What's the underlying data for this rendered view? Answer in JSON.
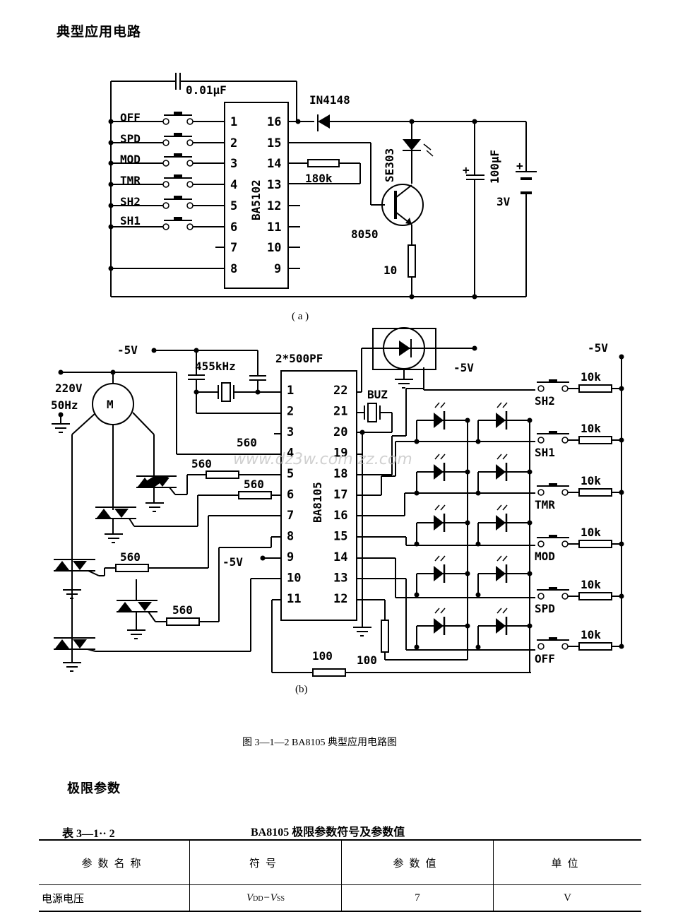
{
  "page": {
    "section_title": "典型应用电路",
    "figure_caption": "图 3—1—2   BA8105 典型应用电路图",
    "limits_title": "极限参数",
    "table_number": "表 3—1·· 2",
    "table_title": "BA8105 极限参数符号及参数值"
  },
  "circuit_a": {
    "label": "( a )",
    "chip_name": "BA5102",
    "left_pins": [
      "1",
      "2",
      "3",
      "4",
      "5",
      "6",
      "7",
      "8"
    ],
    "right_pins": [
      "16",
      "15",
      "14",
      "13",
      "12",
      "11",
      "10",
      "9"
    ],
    "switches": [
      "OFF",
      "SPD",
      "MOD",
      "TMR",
      "SH2",
      "SH1"
    ],
    "coupling_cap": "0.01μF",
    "diode": "IN4148",
    "resistor_feedback": "180k",
    "emitter_diode": "SE303",
    "transistor": "8050",
    "emitter_resistor": "10",
    "filter_cap": "100μF",
    "battery": "3V"
  },
  "circuit_b": {
    "label": "(b)",
    "chip_name": "BA8105",
    "left_pins": [
      "1",
      "2",
      "3",
      "4",
      "5",
      "6",
      "7",
      "8",
      "9",
      "10",
      "11"
    ],
    "right_pins": [
      "22",
      "21",
      "20",
      "19",
      "18",
      "17",
      "16",
      "15",
      "14",
      "13",
      "12"
    ],
    "supply_top_left": "-5V",
    "supply_receiver": "-5V",
    "supply_right": "-5V",
    "supply_pin9": "-5V",
    "crystal": "455kHz",
    "crystal_caps": "2*500PF",
    "mains_voltage": "220V",
    "mains_freq": "50Hz",
    "motor": "M",
    "buzzer": "BUZ",
    "gate_resistors": [
      "560",
      "560",
      "560",
      "560",
      "560"
    ],
    "resistor_pin12": "100",
    "resistor_pin11": "100",
    "key_resistor": "10k",
    "keys": [
      "SH2",
      "SH1",
      "TMR",
      "MOD",
      "SPD",
      "OFF"
    ],
    "watermark": "www.dz3w.com  zz.com"
  },
  "table": {
    "headers": [
      "参数名称",
      "符号",
      "参数值",
      "单位"
    ],
    "rows": [
      {
        "name": "电源电压",
        "symbol_main": "V",
        "symbol_sub1": "DD",
        "symbol_mid": "−V",
        "symbol_sub2": "SS",
        "value": "7",
        "unit": "V"
      }
    ]
  }
}
